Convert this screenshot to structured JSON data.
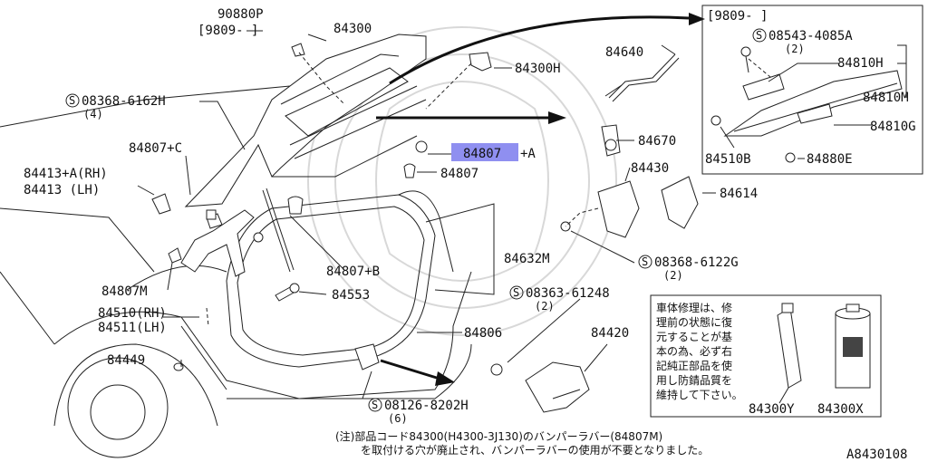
{
  "labels": {
    "p90880P": "90880P",
    "date_tl": "[9809-    ]",
    "p84300": "84300",
    "p84300H": "84300H",
    "p84640": "84640",
    "s6162H": "08368-6162H",
    "s6162H_qty": "(4)",
    "p84807C": "84807+C",
    "p84413A": "84413+A(RH)",
    "p84413": "84413  (LH)",
    "p84807A": "84807",
    "p84807A_suffix": "+A",
    "p84807": "84807",
    "p84670": "84670",
    "p84430": "84430",
    "p84614": "84614",
    "p84807B": "84807+B",
    "p84632M": "84632M",
    "p84553": "84553",
    "s6122G": "08368-6122G",
    "s6122G_qty": "(2)",
    "p84807M": "84807M",
    "s61248": "08363-61248",
    "s61248_qty": "(2)",
    "p84510": "84510(RH)",
    "p84511": "84511(LH)",
    "p84806": "84806",
    "p84420": "84420",
    "p84449": "84449",
    "s8202H": "08126-8202H",
    "s8202H_qty": "(6)",
    "inset_date": "[9809-      ]",
    "s4085A": "08543-4085A",
    "s4085A_qty": "(2)",
    "p84810H": "84810H",
    "p84810M": "84810M",
    "p84810G": "84810G",
    "p84510B": "84510B",
    "p84880E": "84880E",
    "p84300Y": "84300Y",
    "p84300X": "84300X",
    "diagram_id": "A8430108"
  },
  "jp_box": [
    "車体修理は、修",
    "理前の状態に復",
    "元することが基",
    "本の為、必ず右",
    "記純正部品を使",
    "用し防錆品質を",
    "維持して下さい。"
  ],
  "footnote": {
    "line1": "(注)部品コード84300(H4300-3J130)のバンパーラバー(84807M)",
    "line2": "を取付ける穴が廃止され、バンパーラバーの使用が不要となりました。"
  },
  "colors": {
    "highlight": "#8f8ff0",
    "ink": "#111111"
  }
}
